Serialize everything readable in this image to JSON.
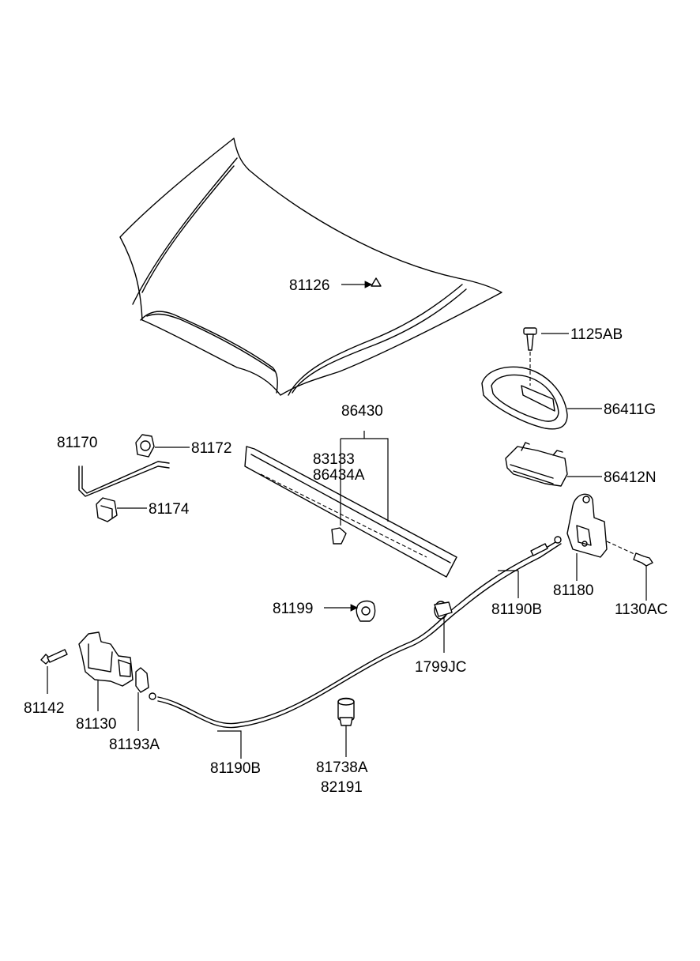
{
  "diagram": {
    "parts": {
      "p81126": "81126",
      "p1125AB": "1125AB",
      "p86411G": "86411G",
      "p86430": "86430",
      "p83133": "83133",
      "p86434A": "86434A",
      "p86412N": "86412N",
      "p81170": "81170",
      "p81172": "81172",
      "p81174": "81174",
      "p81180": "81180",
      "p81190B_upper": "81190B",
      "p1130AC": "1130AC",
      "p81199": "81199",
      "p1799JC": "1799JC",
      "p81142": "81142",
      "p81130": "81130",
      "p81193A": "81193A",
      "p81190B_lower": "81190B",
      "p81738A": "81738A",
      "p82191": "82191"
    }
  }
}
